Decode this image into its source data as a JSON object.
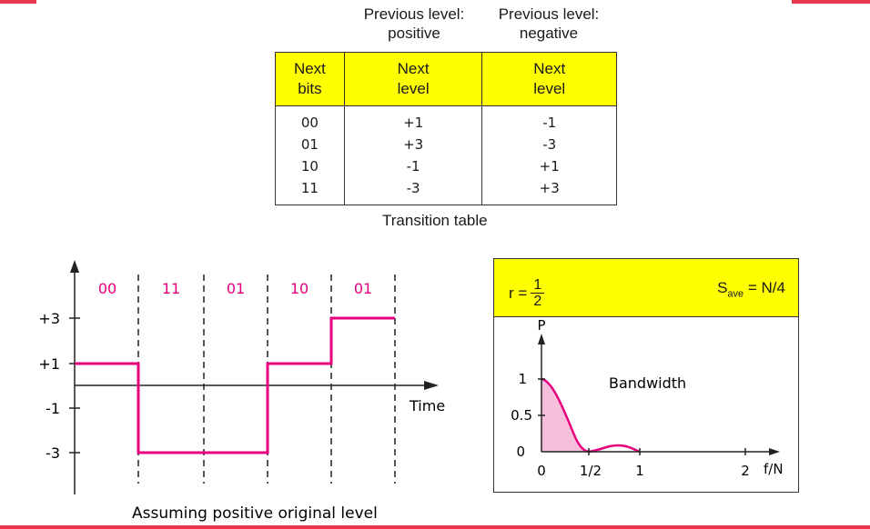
{
  "column_headers": {
    "positive": [
      "Previous level:",
      "positive"
    ],
    "negative": [
      "Previous level:",
      "negative"
    ]
  },
  "table": {
    "headers": [
      [
        "Next",
        "bits"
      ],
      [
        "Next",
        "level"
      ],
      [
        "Next",
        "level"
      ]
    ],
    "rows": [
      [
        "00",
        "+1",
        "-1"
      ],
      [
        "01",
        "+3",
        "-3"
      ],
      [
        "10",
        "-1",
        "+1"
      ],
      [
        "11",
        "-3",
        "+3"
      ]
    ],
    "caption": "Transition table"
  },
  "signal": {
    "bit_groups": [
      "00",
      "11",
      "01",
      "10",
      "01"
    ],
    "levels": [
      1,
      -3,
      1,
      3
    ],
    "level_sequence": [
      1,
      -3,
      -3,
      1,
      3
    ],
    "y_tick_labels": [
      "+3",
      "+1",
      "-1",
      "-3"
    ],
    "x_label": "Time",
    "caption": "Assuming positive original level",
    "line_color": "#e6007e"
  },
  "spectrum": {
    "r_label": "r =",
    "r_num": "1",
    "r_den": "2",
    "s_main": "S",
    "s_sub": "ave",
    "s_rest": " = N/4",
    "y_label": "P",
    "x_label": "f/N",
    "y_ticks": [
      "1",
      "0.5",
      "0"
    ],
    "x_ticks": [
      "0",
      "1/2",
      "1",
      "2"
    ],
    "annotation": "Bandwidth",
    "header_color": "#ffff00",
    "fill_color": "#f7bfdc",
    "curve_color": "#e6007e"
  }
}
